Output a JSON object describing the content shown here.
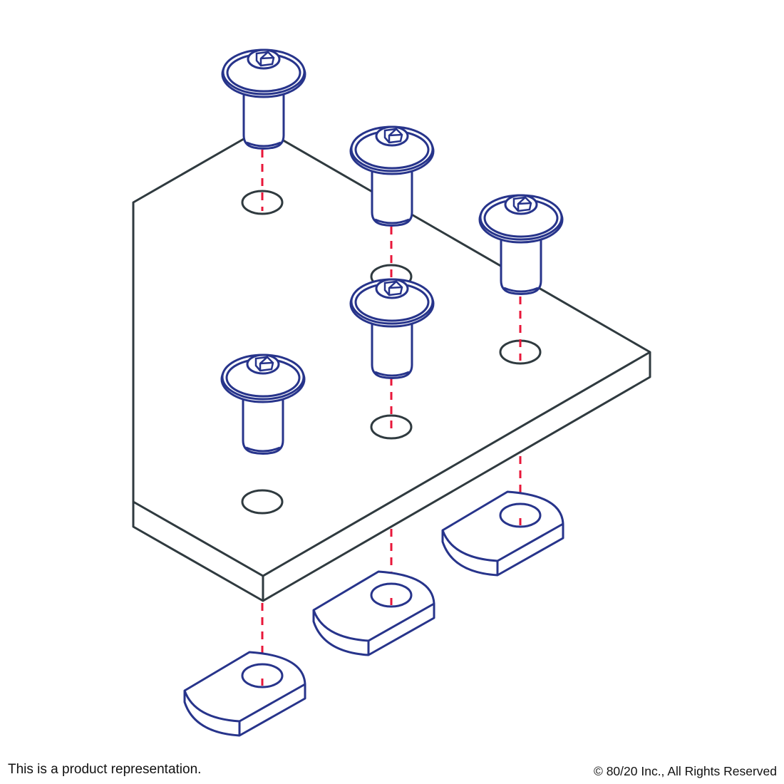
{
  "footer": {
    "disclaimer": "This is a product representation.",
    "copyright": "© 80/20 Inc., All Rights Reserved"
  },
  "colors": {
    "plate": "#2f3a3f",
    "hardware": "#27348b",
    "guide": "#e8173a",
    "background": "#ffffff"
  },
  "parts": {
    "plate_count": 1,
    "bolt_count": 5,
    "tnut_count": 3,
    "hole_count": 5
  }
}
